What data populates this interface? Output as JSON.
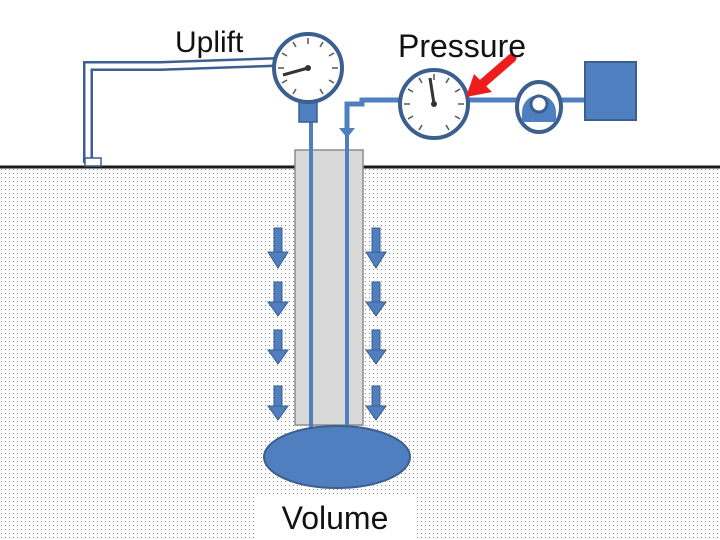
{
  "labels": {
    "uplift": "Uplift",
    "pressure": "Pressure",
    "volume": "Volume"
  },
  "icons": {
    "uplift_gauge": "dial-gauge-icon",
    "pressure_gauge": "dial-gauge-icon",
    "pump": "pump-icon",
    "reservoir": "reservoir-tank-icon",
    "pointer": "red-arrow-icon",
    "flow": "down-arrow-icon"
  },
  "colors": {
    "pipe_blue": "#4f7fbf",
    "pipe_outline": "#3b5f8f",
    "casing_gray": "#d9d9d9",
    "soil_dots": "#8c8c8c",
    "ground_line": "#1a1a1a",
    "pointer_red": "#ee1c1c",
    "gauge_face": "#ffffff"
  }
}
